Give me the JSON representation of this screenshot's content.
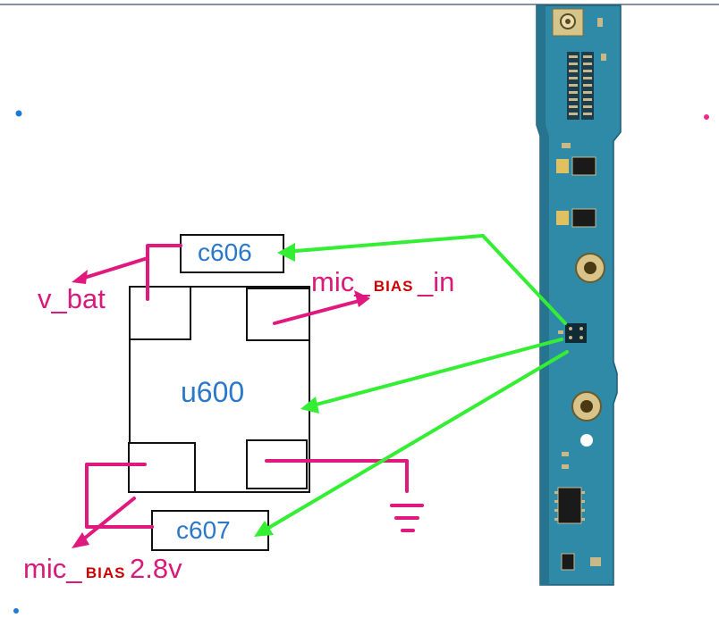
{
  "components": {
    "ic": "u600",
    "cap_top": "c606",
    "cap_bottom": "c607"
  },
  "nets": {
    "vbat": "v_bat",
    "mic_bias_in": {
      "prefix": "mic_",
      "bias": "BIAS",
      "suffix": " _in"
    },
    "mic_bias_out": {
      "prefix": "mic_",
      "bias": "BIAS",
      "suffix": " 2.8v"
    }
  },
  "colors": {
    "net_wire": "#e0197f",
    "pointer": "#33ee33",
    "component_text": "#2a78c8",
    "bias_text": "#cc0000",
    "pcb": "#2f8aa8"
  }
}
